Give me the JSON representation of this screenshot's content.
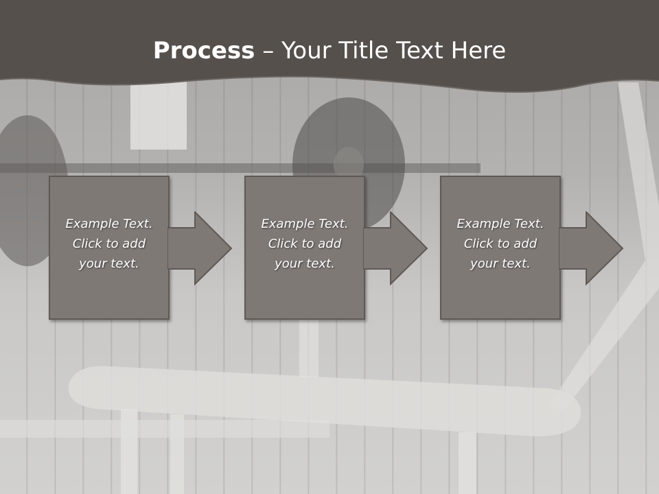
{
  "title": {
    "bold": "Process",
    "rest": " – Your Title Text Here"
  },
  "steps": [
    {
      "line1": "Example Text.",
      "line2": "Click  to add",
      "line3": "your text."
    },
    {
      "line1": "Example Text.",
      "line2": "Click  to add",
      "line3": "your text."
    },
    {
      "line1": "Example Text.",
      "line2": "Click  to add",
      "line3": "your text."
    }
  ],
  "colors": {
    "header": "#55504c",
    "box": "#7f7975",
    "box_border": "#5f5955",
    "text": "#ffffff"
  },
  "icons": [
    "right-arrow-icon",
    "right-arrow-icon",
    "right-arrow-icon"
  ]
}
